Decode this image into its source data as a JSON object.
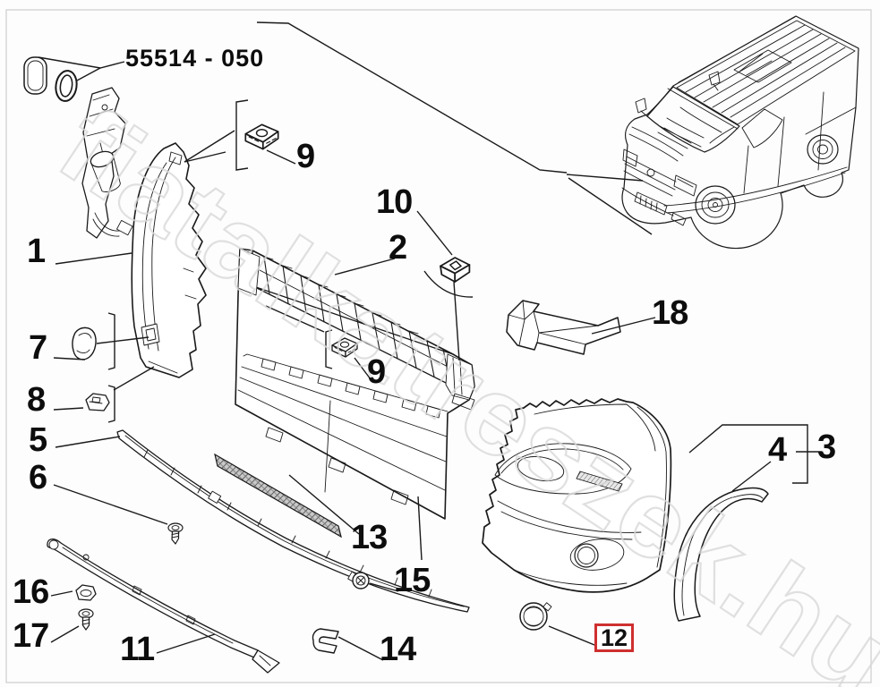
{
  "diagram": {
    "part_number": "55514 - 050",
    "callouts": {
      "c1": "1",
      "c2": "2",
      "c3": "3",
      "c4": "4",
      "c5": "5",
      "c6": "6",
      "c7": "7",
      "c8": "8",
      "c9_top": "9",
      "c9_mid": "9",
      "c10": "10",
      "c11": "11",
      "c12": "12",
      "c13": "13",
      "c14": "14",
      "c15": "15",
      "c16": "16",
      "c17": "17",
      "c18": "18"
    },
    "highlighted_callout": "12",
    "watermark": {
      "text": "fiatalkatreszek.hu",
      "color": "#d9d9d9"
    },
    "colors": {
      "line": "#1a1a1a",
      "highlight_box": "#cf2f2f",
      "mesh_fill": "#bdbdbd"
    }
  }
}
